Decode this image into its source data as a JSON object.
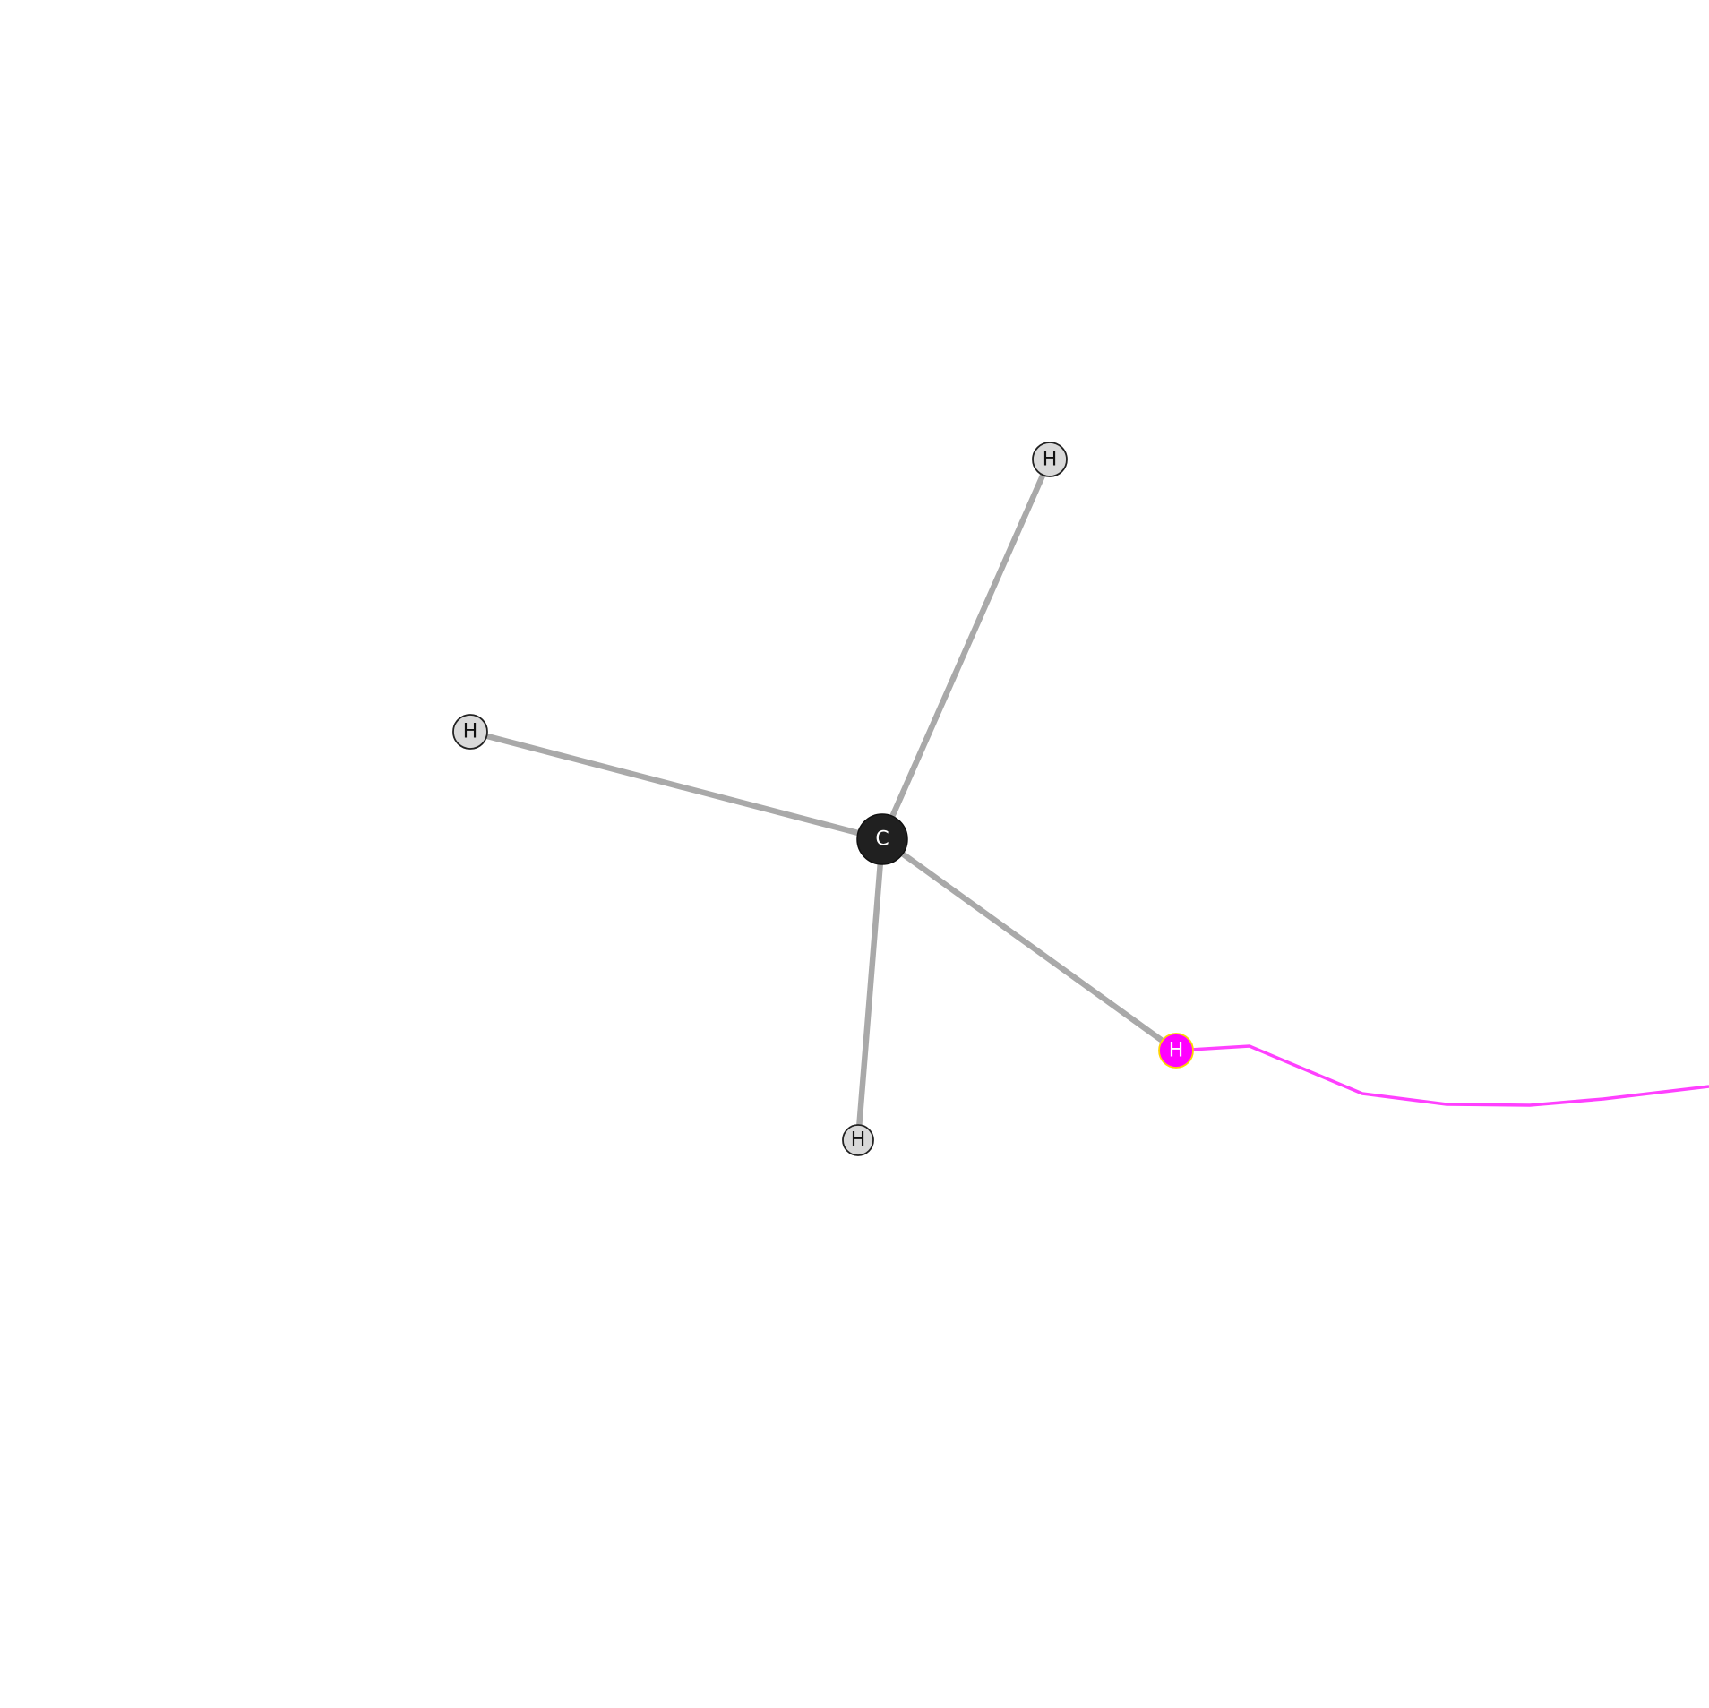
{
  "molecule": {
    "atoms": [
      {
        "id": "c1",
        "label": "C",
        "element": "carbon",
        "color": "#202020"
      },
      {
        "id": "h1",
        "label": "H",
        "element": "hydrogen",
        "color": "#d9d9d9"
      },
      {
        "id": "h2",
        "label": "H",
        "element": "hydrogen",
        "color": "#d9d9d9"
      },
      {
        "id": "h3",
        "label": "H",
        "element": "hydrogen",
        "color": "#d9d9d9"
      },
      {
        "id": "h4",
        "label": "H",
        "element": "hydrogen",
        "color": "#ff00ff",
        "highlighted": true,
        "outline_color": "#ffd400"
      }
    ],
    "bonds": [
      {
        "from": "c1",
        "to": "h1"
      },
      {
        "from": "c1",
        "to": "h2"
      },
      {
        "from": "c1",
        "to": "h3"
      },
      {
        "from": "c1",
        "to": "h4"
      }
    ],
    "trajectory": {
      "from": "h4",
      "color": "#ff40ff"
    },
    "bond_color": "#a9a9a9"
  }
}
